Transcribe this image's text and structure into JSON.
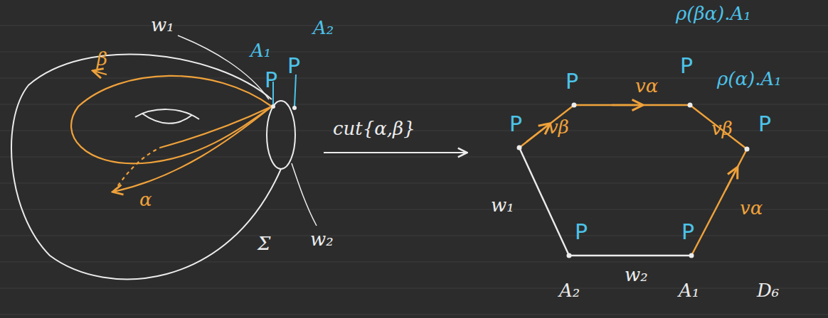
{
  "diagram": {
    "labels": [
      "w₁",
      "A₁",
      "P",
      "A₂",
      "P",
      "β",
      "α",
      "Σ",
      "w₂",
      "cut{α,β}",
      "ρ(βα).A₁",
      "P",
      "vα",
      "P",
      "ρ(α).A₁",
      "P",
      "vβ",
      "vβ",
      "P",
      "w₁",
      "P",
      "P",
      "vα",
      "A₂",
      "w₂",
      "A₁",
      "D₆"
    ]
  }
}
